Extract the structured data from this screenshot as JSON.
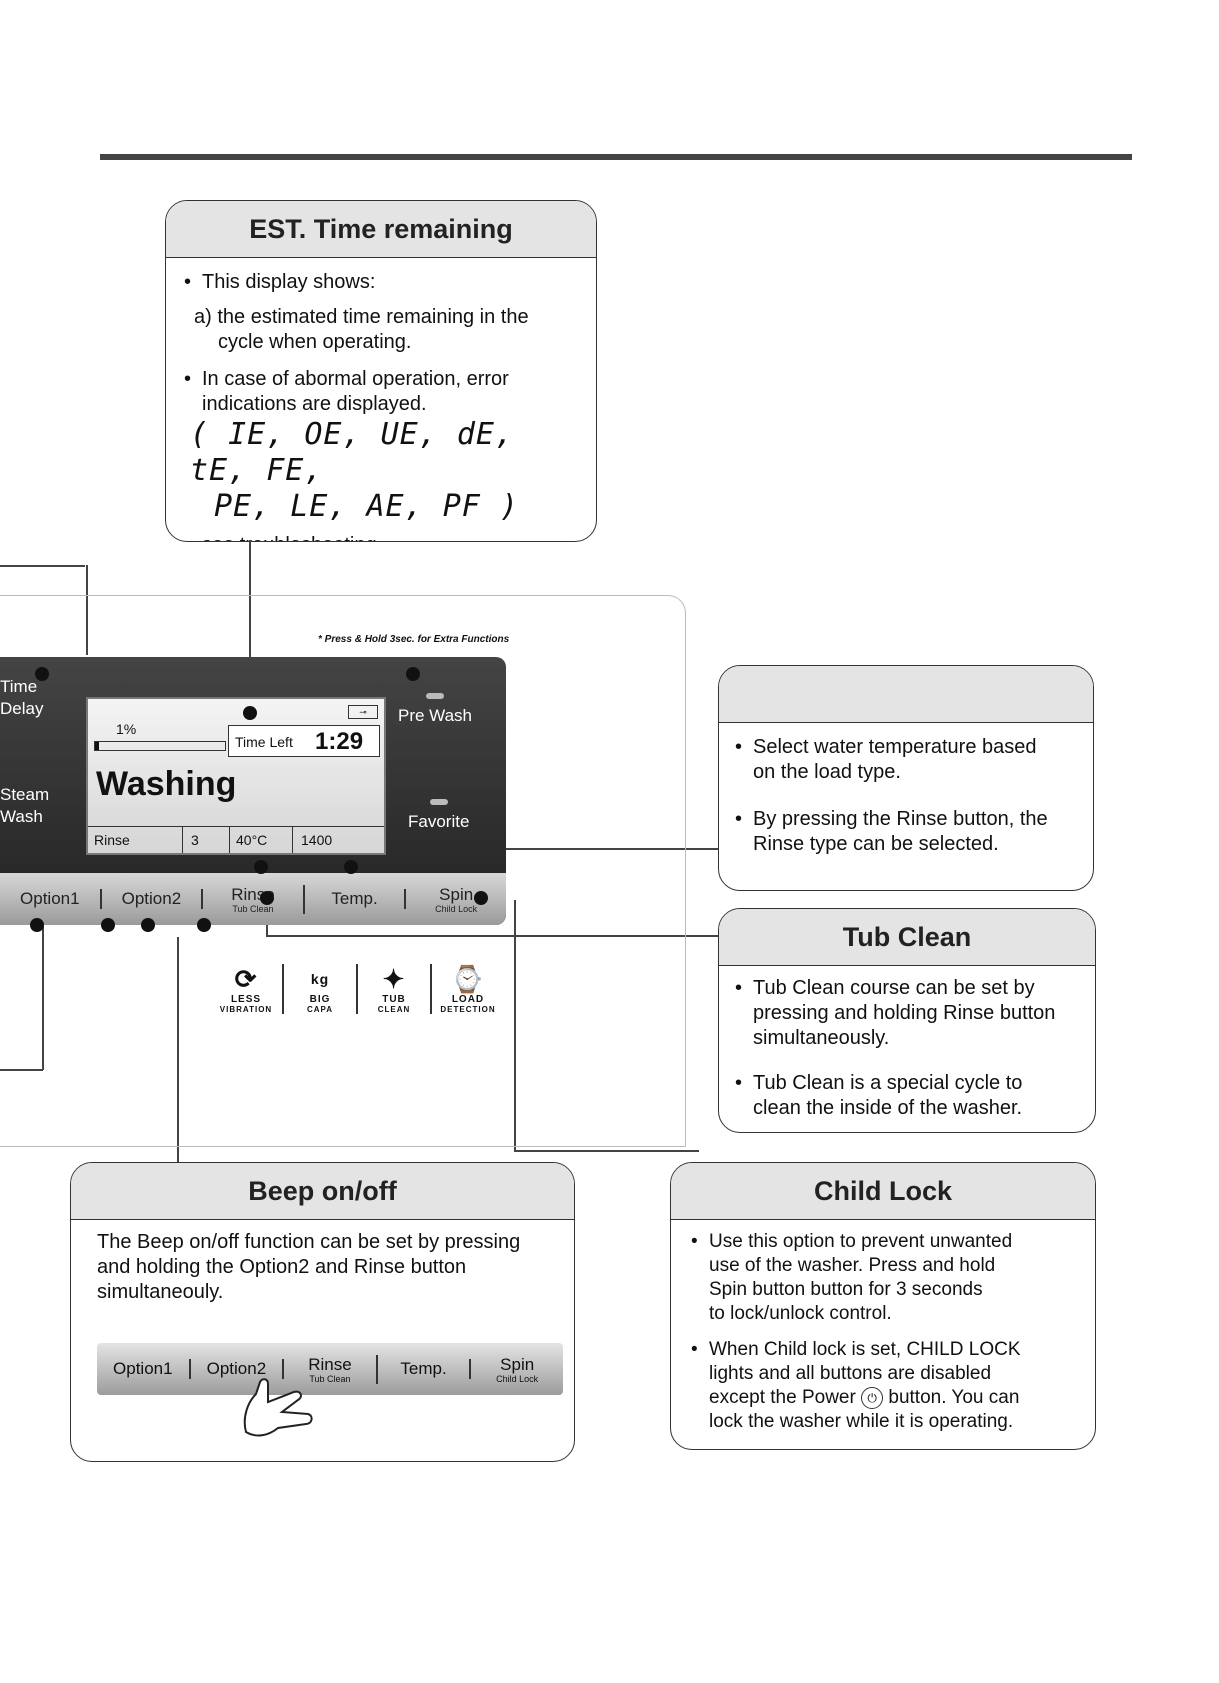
{
  "est": {
    "title": "EST.  Time  remaining",
    "b1": "This display shows:",
    "b1a": "a) the estimated time remaining in the",
    "b1a2": "cycle when operating.",
    "b2": "In case of abormal operation, error",
    "b2b": "indications are displayed.",
    "codes1": "( IE, OE, UE, dE, tE, FE,",
    "codes2": "PE, LE, AE, PF )",
    "b3": "see troubleshooting"
  },
  "panel": {
    "note": "* Press & Hold 3sec. for Extra Functions",
    "time_delay_1": "Time",
    "time_delay_2": "Delay",
    "steam_1": "Steam",
    "steam_2": "Wash",
    "prewash": "Pre Wash",
    "favorite": "Favorite",
    "lcd_percent": "1%",
    "lcd_time_label": "Time Left",
    "lcd_time": "1:29",
    "lcd_status": "Washing",
    "lcd_row": [
      "Rinse",
      "3",
      "40°C",
      "1400"
    ],
    "progress": 0.01,
    "buttons": [
      {
        "label": "Option1",
        "sub": ""
      },
      {
        "label": "Option2",
        "sub": ""
      },
      {
        "label": "Rinse",
        "sub": "Tub Clean"
      },
      {
        "label": "Temp.",
        "sub": ""
      },
      {
        "label": "Spin",
        "sub": "Child Lock"
      }
    ],
    "icons": [
      {
        "top": "LESS",
        "bottom": "VIBRATION",
        "glyph": "⟳"
      },
      {
        "top": "BIG",
        "bottom": "CAPA",
        "glyph": "kg"
      },
      {
        "top": "TUB",
        "bottom": "CLEAN",
        "glyph": "✦"
      },
      {
        "top": "LOAD",
        "bottom": "DETECTION",
        "glyph": "⌚"
      }
    ]
  },
  "temp": {
    "title": "",
    "b1a": "Select water temperature based",
    "b1b": "on the load type.",
    "b2a": "By pressing the Rinse button, the",
    "b2b": "Rinse type can be selected."
  },
  "tub": {
    "title": "Tub Clean",
    "b1a": "Tub Clean course can be set by",
    "b1b": "pressing and holding Rinse button",
    "b1c": "simultaneously.",
    "b2a": "Tub Clean is a special cycle to",
    "b2b": "clean the inside of the washer."
  },
  "beep": {
    "title": "Beep on/off",
    "l1": "The Beep on/off function can be set by pressing",
    "l2": "and holding the Option2 and Rinse button",
    "l3": "simultaneouly.",
    "buttons": [
      {
        "label": "Option1",
        "sub": ""
      },
      {
        "label": "Option2",
        "sub": ""
      },
      {
        "label": "Rinse",
        "sub": "Tub Clean"
      },
      {
        "label": "Temp.",
        "sub": ""
      },
      {
        "label": "Spin",
        "sub": "Child Lock"
      }
    ]
  },
  "lock": {
    "title": "Child Lock",
    "b1a": "Use this option to prevent unwanted",
    "b1b": "use of the washer. Press and hold",
    "b1c": "Spin button button for 3 seconds",
    "b1d": "to lock/unlock control.",
    "b2a": "When Child lock is set, CHILD LOCK",
    "b2b": "lights and all buttons are disabled",
    "b2c_pre": "except the Power",
    "b2c_post": "button. You can",
    "b2d": "lock the washer while it is operating."
  }
}
